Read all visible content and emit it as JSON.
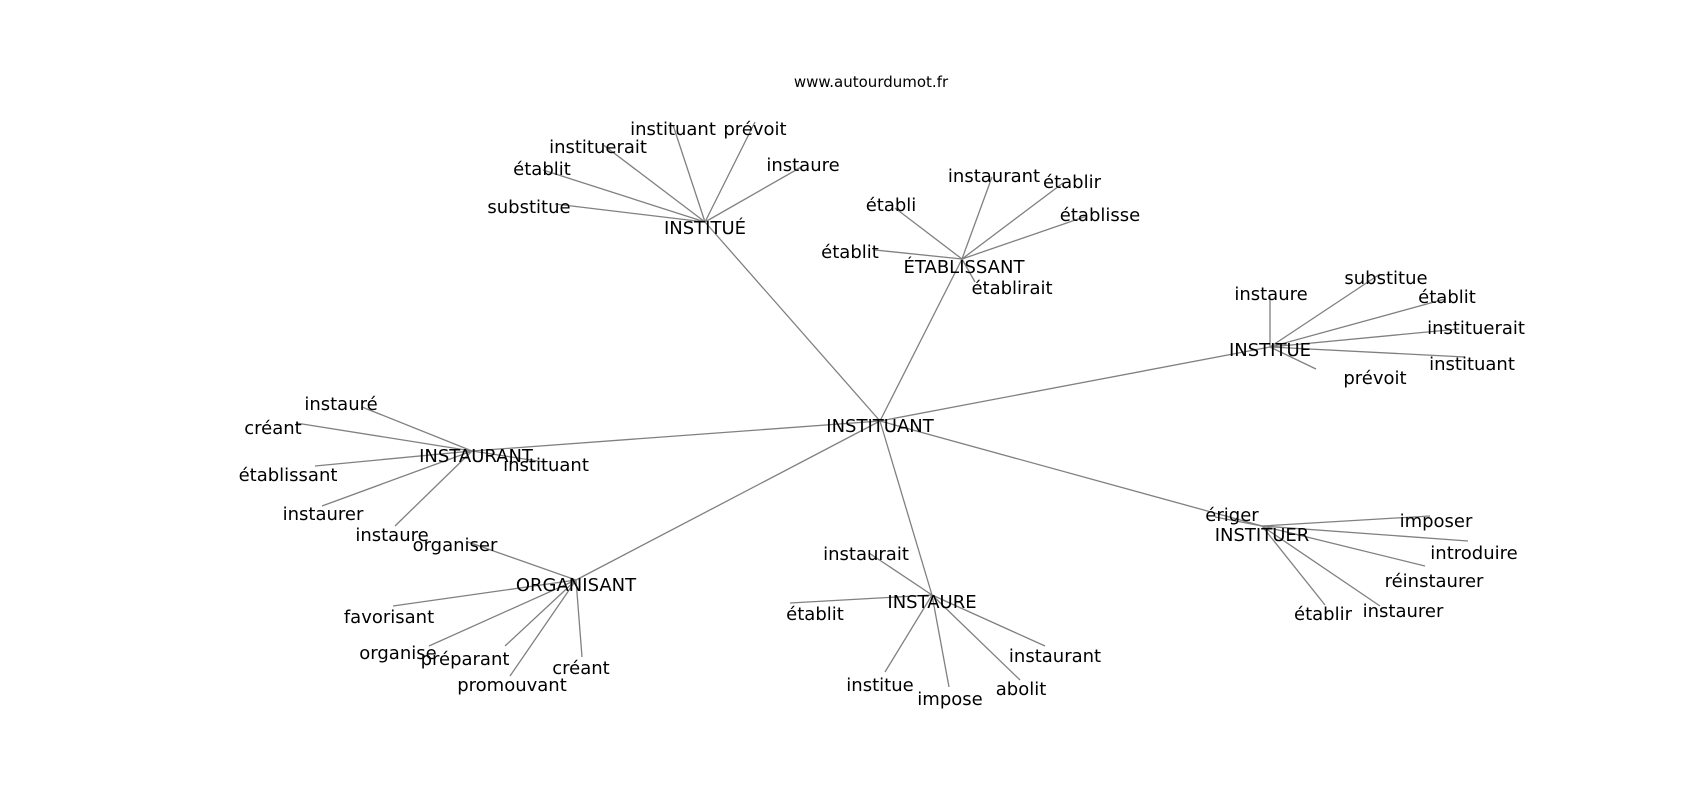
{
  "site": "www.autourdumot.fr",
  "graph": {
    "root": "INSTITUANT",
    "clusters": [
      {
        "hub": "INSTITUÉ",
        "leaves": [
          "instituant",
          "prévoit",
          "instituerait",
          "instaure",
          "établit",
          "substitue"
        ]
      },
      {
        "hub": "ÉTABLISSANT",
        "leaves": [
          "instaurant",
          "établir",
          "établi",
          "établisse",
          "établit",
          "établirait"
        ]
      },
      {
        "hub": "INSTITUE",
        "leaves": [
          "substitue",
          "instaure",
          "établit",
          "instituerait",
          "instituant",
          "prévoit"
        ]
      },
      {
        "hub": "INSTAURANT",
        "leaves": [
          "instauré",
          "créant",
          "établissant",
          "instituant",
          "instaurer",
          "instaure"
        ]
      },
      {
        "hub": "INSTITUER",
        "leaves": [
          "ériger",
          "imposer",
          "introduire",
          "réinstaurer",
          "établir",
          "instaurer"
        ]
      },
      {
        "hub": "ORGANISANT",
        "leaves": [
          "organiser",
          "favorisant",
          "organise",
          "préparant",
          "créant",
          "promouvant"
        ]
      },
      {
        "hub": "INSTAURE",
        "leaves": [
          "instaurait",
          "établit",
          "instaurant",
          "institue",
          "impose",
          "abolit"
        ]
      }
    ]
  }
}
